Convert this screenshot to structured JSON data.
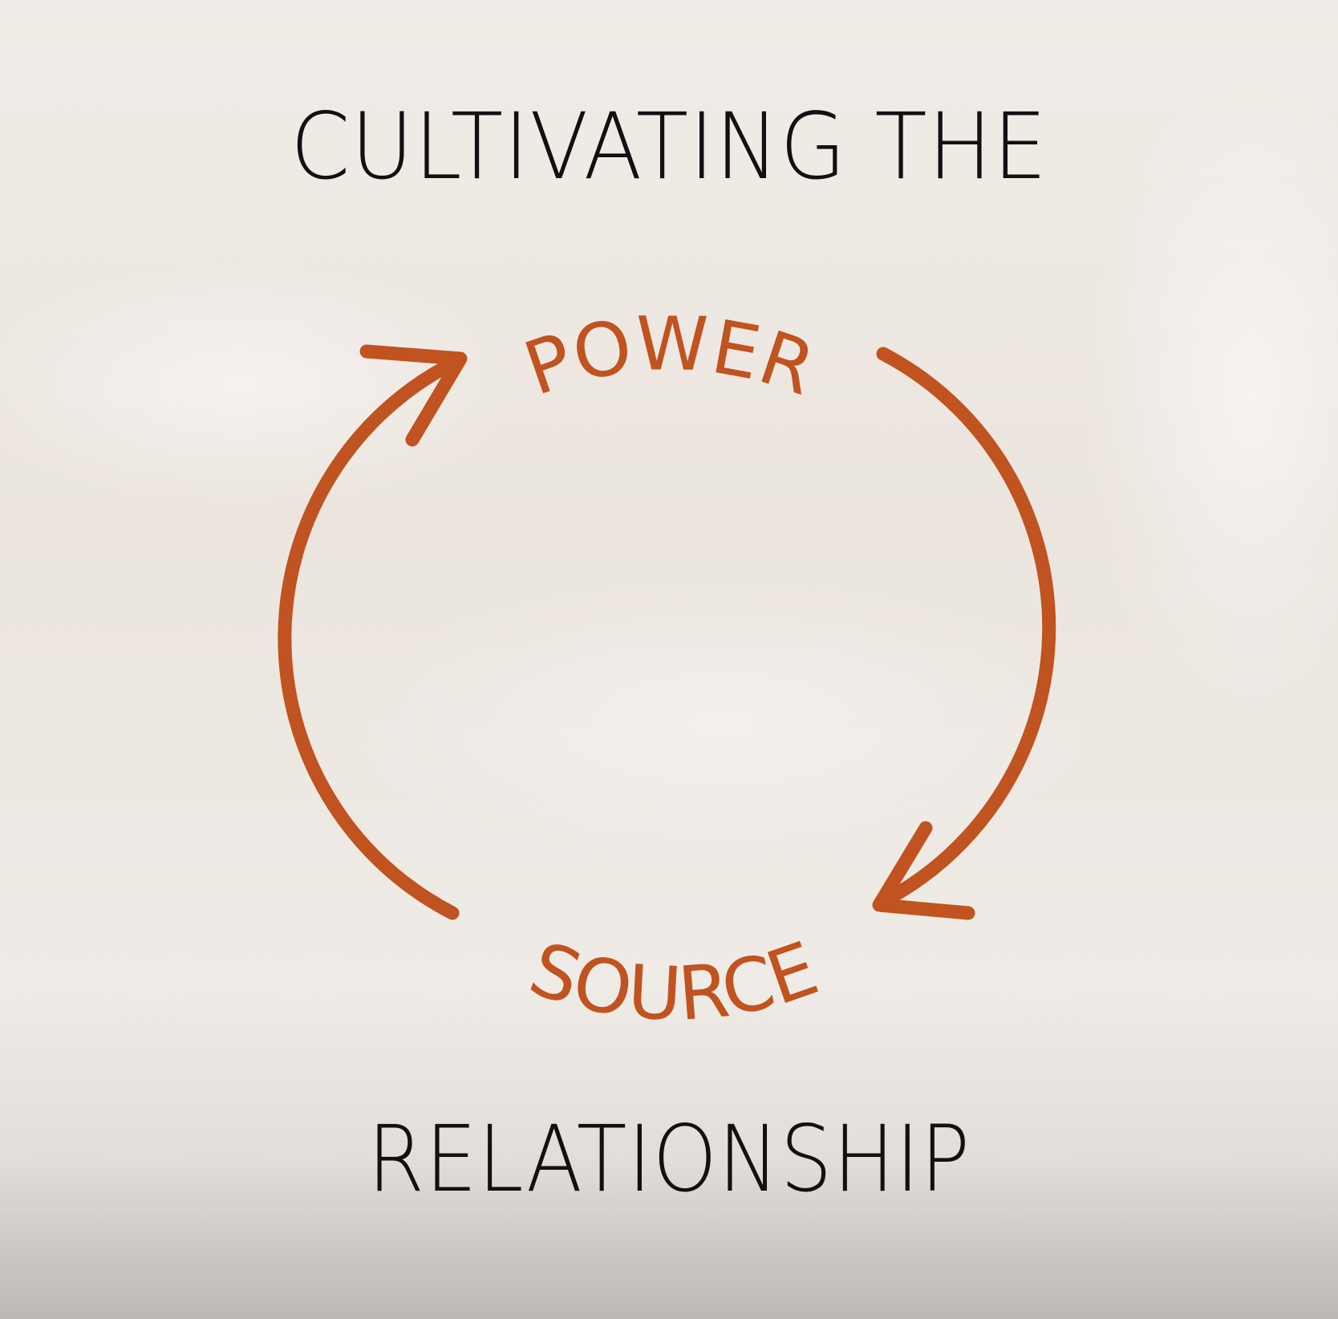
{
  "title_top": "CULTIVATING THE",
  "cycle": {
    "top_word": "POWER",
    "bottom_word": "SOURCE",
    "color": "#c0531f"
  },
  "title_bottom": "RELATIONSHIP"
}
